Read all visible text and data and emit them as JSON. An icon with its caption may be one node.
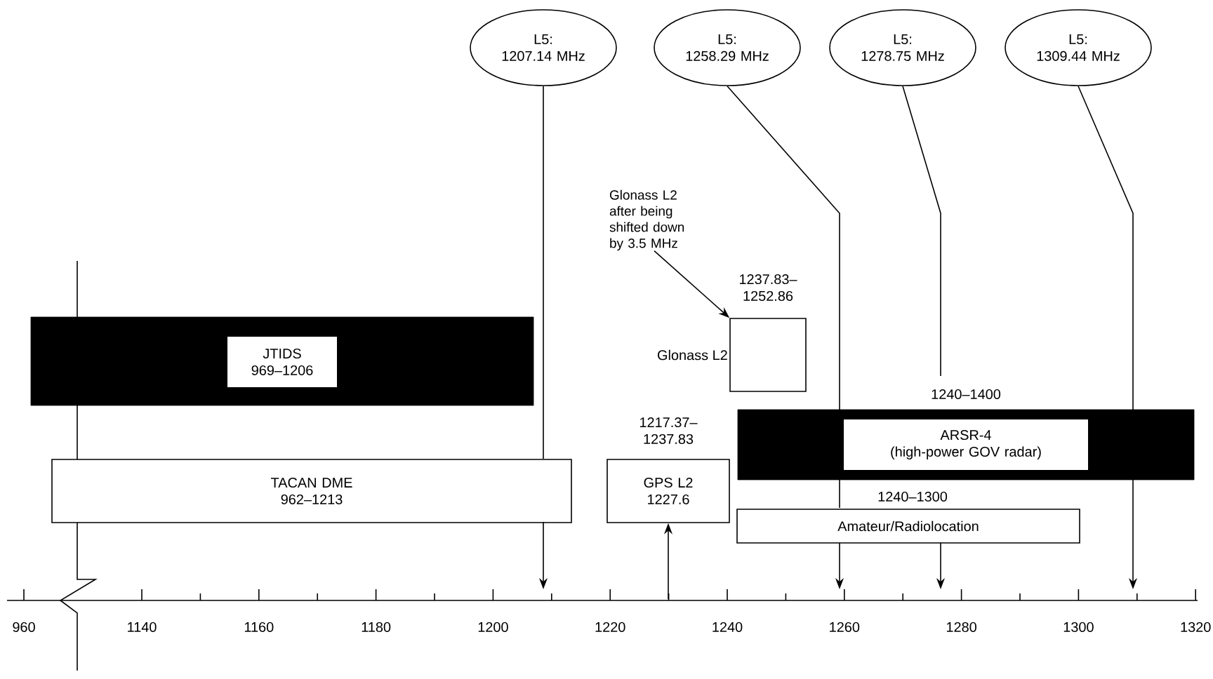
{
  "diagram": {
    "nodes": [
      {
        "text": [
          "L5:",
          "1207.14 MHz"
        ]
      },
      {
        "text": [
          "L5:",
          "1258.29 MHz"
        ]
      },
      {
        "text": [
          "L5:",
          "1278.75 MHz"
        ]
      },
      {
        "text": [
          "L5:",
          "1309.44 MHz"
        ]
      },
      {
        "text": [
          "Glonass L2 after being shifted down by 3.5 MHz"
        ]
      },
      {
        "text": [
          "Glonass L2"
        ],
        "beside": [
          "1237.83– 1252.86"
        ]
      },
      {
        "text": [],
        "shape": "bar"
      },
      {
        "text": [
          "JTIDS",
          "969–1206"
        ],
        "in": 6
      },
      {
        "text": [],
        "shape": "bar",
        "beside": [
          "1240–1400"
        ]
      },
      {
        "text": [
          "ARSR-4",
          "(high-power GOV radar)"
        ],
        "in": 8
      },
      {
        "text": [
          "TACAN DME",
          "962–1213"
        ]
      },
      {
        "text": [
          "GPS L2",
          "1227.6"
        ],
        "beside": [
          "1217.37– 1237.83"
        ]
      },
      {
        "text": [
          "Amateur/Radiolocation"
        ],
        "beside": [
          "1240–1300"
        ]
      }
    ],
    "edges": [
      {
        "from": 0,
        "to": null,
        "arrow": "to"
      },
      {
        "from": 1,
        "to": null,
        "arrow": "to"
      },
      {
        "from": 2,
        "to": null,
        "arrow": "to"
      },
      {
        "from": 3,
        "to": null,
        "arrow": "to"
      },
      {
        "from": 4,
        "to": 5,
        "arrow": "to"
      },
      {
        "from": null,
        "to": 11,
        "arrow": "to"
      }
    ],
    "labels": [
      "960",
      "1140",
      "1160",
      "1180",
      "1200",
      "1220",
      "1240",
      "1260",
      "1280",
      "1300",
      "1320"
    ]
  }
}
